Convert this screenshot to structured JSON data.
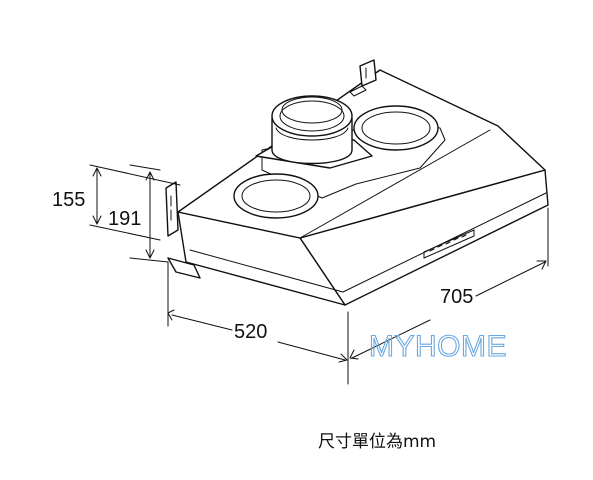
{
  "dimensions": {
    "height_front": "155",
    "height_total": "191",
    "depth": "520",
    "width": "705"
  },
  "watermark": "MYHOME",
  "unit_note": "尺寸單位為mm",
  "colors": {
    "line": "#111111",
    "watermark": "#6aa8e0",
    "background": "#ffffff"
  }
}
